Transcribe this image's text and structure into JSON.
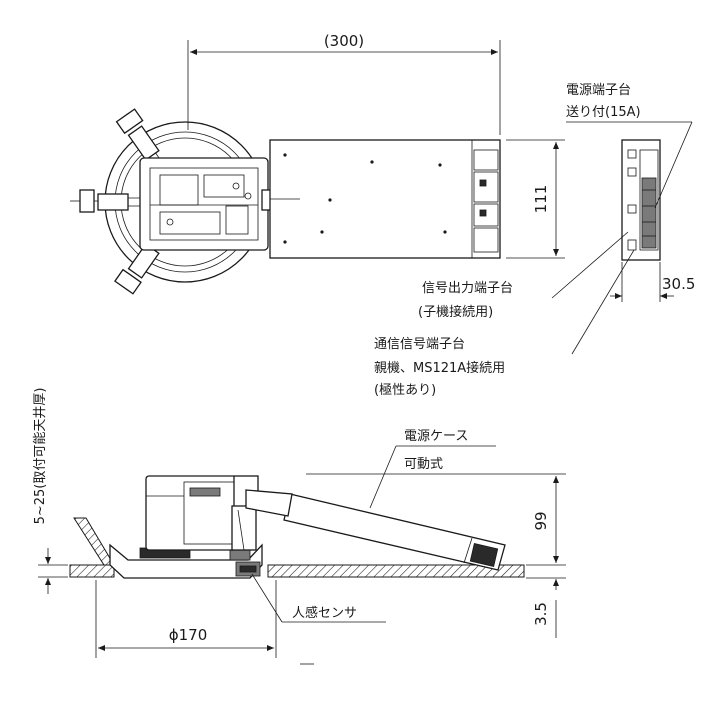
{
  "dimensions": {
    "width": "(300)",
    "height_box": "111",
    "terminal_depth": "30.5",
    "ceiling_range": "5~25(取付可能天井厚)",
    "body_height": "99",
    "diameter": "ϕ170",
    "protrusion": "3.5"
  },
  "labels": {
    "power_terminal_line1": "電源端子台",
    "power_terminal_line2": "送り付(15A)",
    "signal_output_line1": "信号出力端子台",
    "signal_output_line2": "(子機接続用)",
    "comm_signal_line1": "通信信号端子台",
    "comm_signal_line2": "親機、MS121A接続用",
    "comm_signal_line3": "(極性あり)",
    "power_case_line1": "電源ケース",
    "power_case_line2": "可動式",
    "motion_sensor": "人感センサ"
  },
  "colors": {
    "line": "#1a1a1a",
    "background": "#ffffff",
    "fill_dark": "#2a2a2a",
    "fill_grey": "#7a7a7a"
  }
}
